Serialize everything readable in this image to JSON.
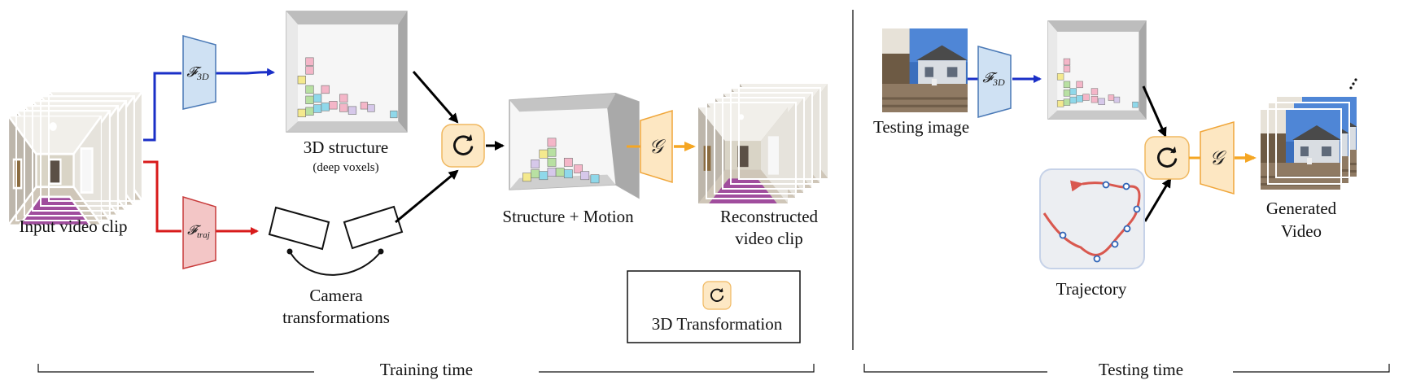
{
  "training": {
    "input_label": "Input video clip",
    "encoder_3d_symbol": "𝓕",
    "encoder_3d_subscript": "3D",
    "encoder_traj_symbol": "𝓕",
    "encoder_traj_subscript": "traj",
    "structure_label": "3D structure",
    "structure_sublabel": "(deep voxels)",
    "camera_label_line1": "Camera",
    "camera_label_line2": "transformations",
    "struct_motion_label": "Structure + Motion",
    "generator_symbol": "𝒢",
    "reconstructed_line1": "Reconstructed",
    "reconstructed_line2": "video clip",
    "legend_label": "3D Transformation",
    "section_label": "Training time"
  },
  "testing": {
    "input_label": "Testing image",
    "encoder_symbol": "𝓕",
    "encoder_subscript": "3D",
    "trajectory_label": "Trajectory",
    "generator_symbol": "𝒢",
    "generated_line1": "Generated",
    "generated_line2": "Video",
    "section_label": "Testing time"
  },
  "colors": {
    "blue_path": "#1a2fc7",
    "red_path": "#d81b1b",
    "orange_path": "#f5a623",
    "blue_block_fill": "#cfe1f3",
    "blue_block_stroke": "#4a79b6",
    "red_block_fill": "#f3c6c6",
    "red_block_stroke": "#c83b3b",
    "orange_block_fill": "#fde7c2",
    "orange_block_stroke": "#f0a63a",
    "transform_fill": "#fde8c4",
    "trajectory_bg": "#eceef2",
    "trajectory_line": "#d9584f",
    "trajectory_point": "#2f64b7"
  },
  "icons": {
    "transformation": "rotate-icon",
    "more_frames": "vertical-ellipsis-icon"
  }
}
